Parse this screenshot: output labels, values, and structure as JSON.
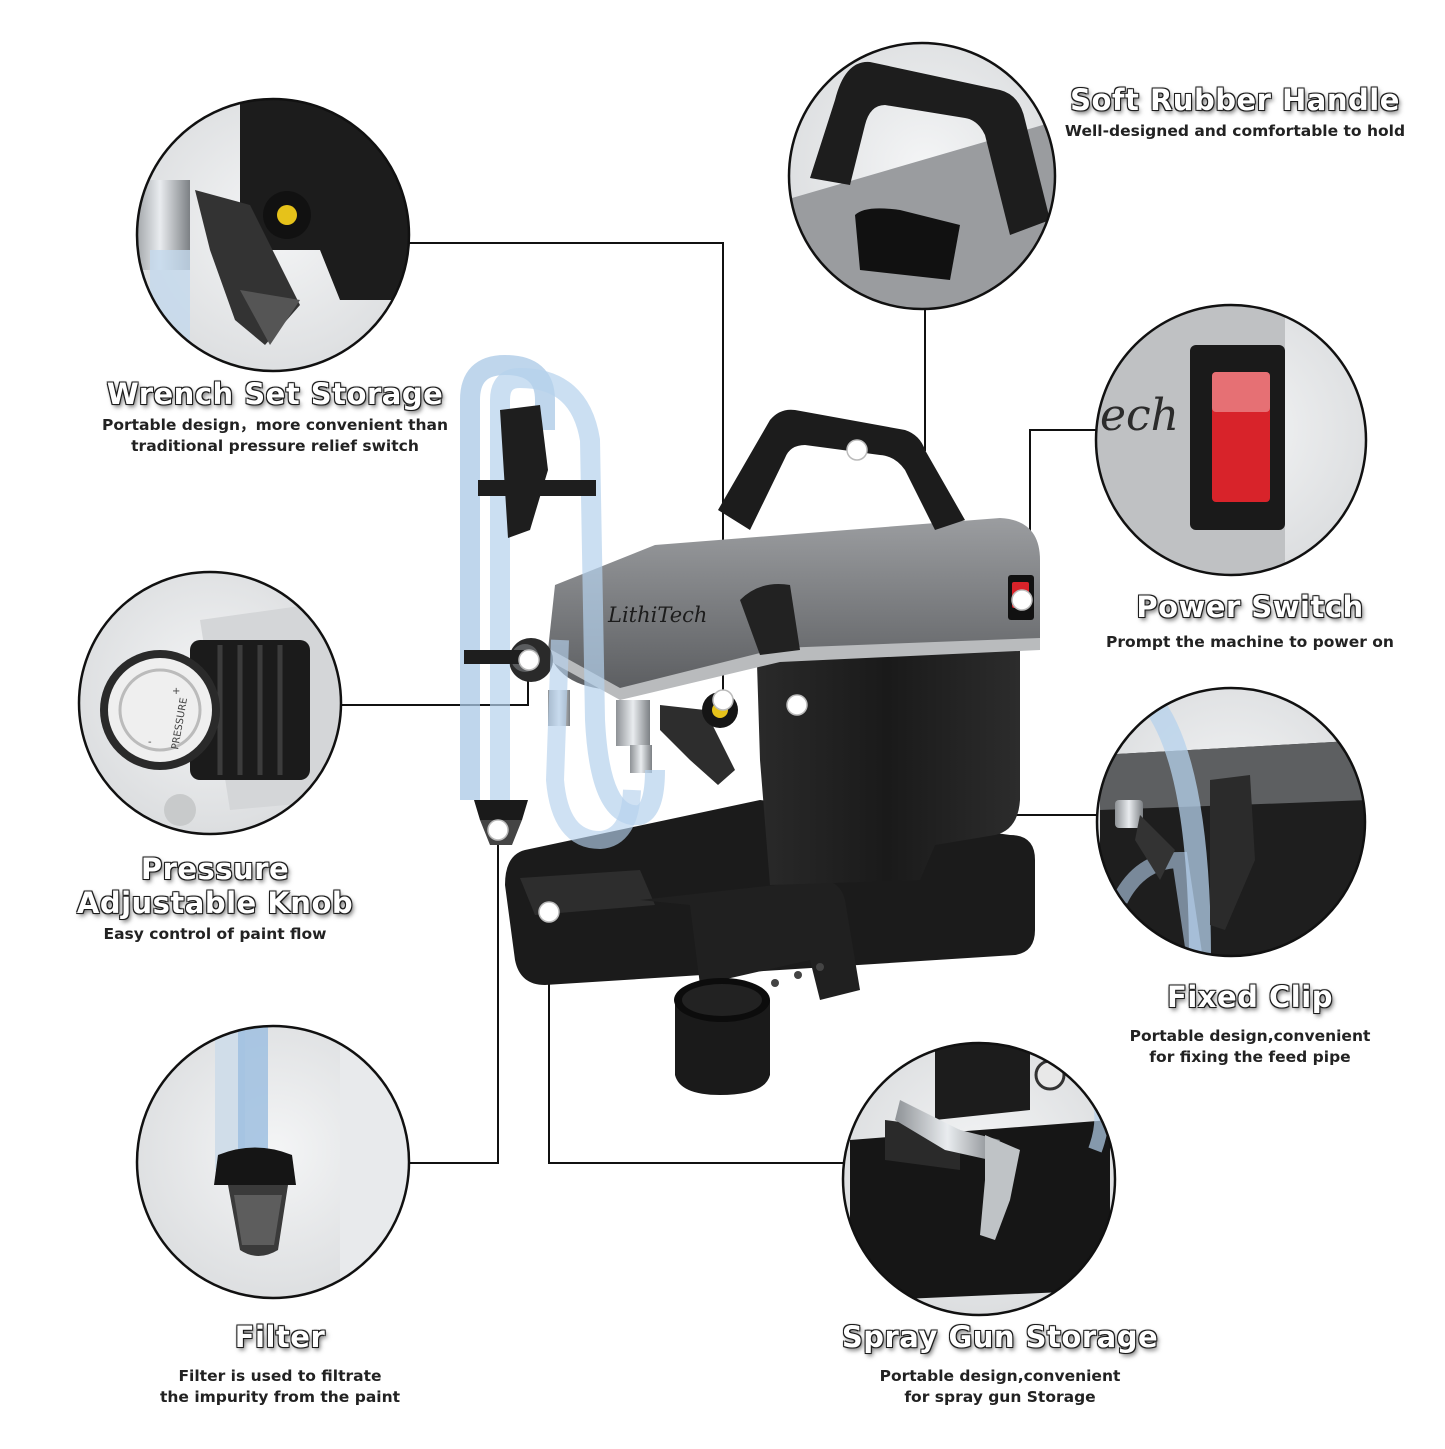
{
  "product": {
    "brand_logo": "LithiTech",
    "knob_label": "PRESSURE",
    "knob_plus": "+",
    "knob_minus": "-"
  },
  "callouts": {
    "handle": {
      "title": "Soft Rubber Handle",
      "desc": "Well-designed and comfortable to hold"
    },
    "wrench": {
      "title": "Wrench Set Storage",
      "desc_line1": "Portable design，more convenient than",
      "desc_line2": "traditional pressure relief switch"
    },
    "power": {
      "title": "Power Switch",
      "desc": "Prompt the machine to power on"
    },
    "knob": {
      "title_line1": "Pressure",
      "title_line2": "Adjustable Knob",
      "desc": "Easy control of paint flow"
    },
    "clip": {
      "title": "Fixed Clip",
      "desc_line1": "Portable design,convenient",
      "desc_line2": "for fixing the feed pipe"
    },
    "filter": {
      "title": "Filter",
      "desc_line1": "Filter is used to filtrate",
      "desc_line2": "the impurity from the paint"
    },
    "gun": {
      "title": "Spray Gun Storage",
      "desc_line1": "Portable design,convenient",
      "desc_line2": "for spray gun Storage"
    }
  },
  "colors": {
    "body_dark": "#1e1e1e",
    "body_grey": "#6e7073",
    "hose_blue": "#a9c8e6",
    "switch_red": "#d8232a",
    "leader_line": "#111111"
  }
}
